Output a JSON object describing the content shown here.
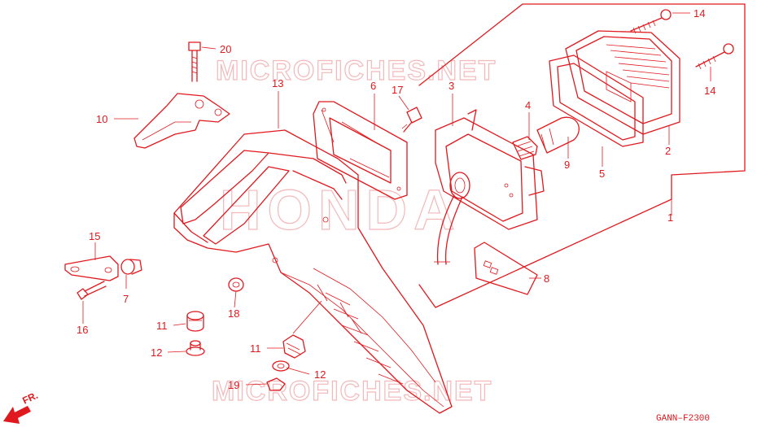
{
  "diagram_code": "GANN–F2300",
  "front_label": "FR.",
  "watermarks": {
    "site_top": "MICROFICHES.NET",
    "brand": "HONDA",
    "site_bottom": "MICROFICHES.NET"
  },
  "callouts": [
    {
      "id": "c1",
      "number": "1"
    },
    {
      "id": "c2",
      "number": "2"
    },
    {
      "id": "c3",
      "number": "3"
    },
    {
      "id": "c4",
      "number": "4"
    },
    {
      "id": "c5",
      "number": "5"
    },
    {
      "id": "c6",
      "number": "6"
    },
    {
      "id": "c7",
      "number": "7"
    },
    {
      "id": "c8",
      "number": "8"
    },
    {
      "id": "c9",
      "number": "9"
    },
    {
      "id": "c10",
      "number": "10"
    },
    {
      "id": "c11a",
      "number": "11"
    },
    {
      "id": "c11b",
      "number": "11"
    },
    {
      "id": "c12a",
      "number": "12"
    },
    {
      "id": "c12b",
      "number": "12"
    },
    {
      "id": "c13",
      "number": "13"
    },
    {
      "id": "c14a",
      "number": "14"
    },
    {
      "id": "c14b",
      "number": "14"
    },
    {
      "id": "c15",
      "number": "15"
    },
    {
      "id": "c16",
      "number": "16"
    },
    {
      "id": "c17",
      "number": "17"
    },
    {
      "id": "c18",
      "number": "18"
    },
    {
      "id": "c19",
      "number": "19"
    },
    {
      "id": "c20",
      "number": "20"
    }
  ],
  "colors": {
    "line": "#e0191e",
    "watermark": "#f4b8ba",
    "background": "#ffffff"
  }
}
